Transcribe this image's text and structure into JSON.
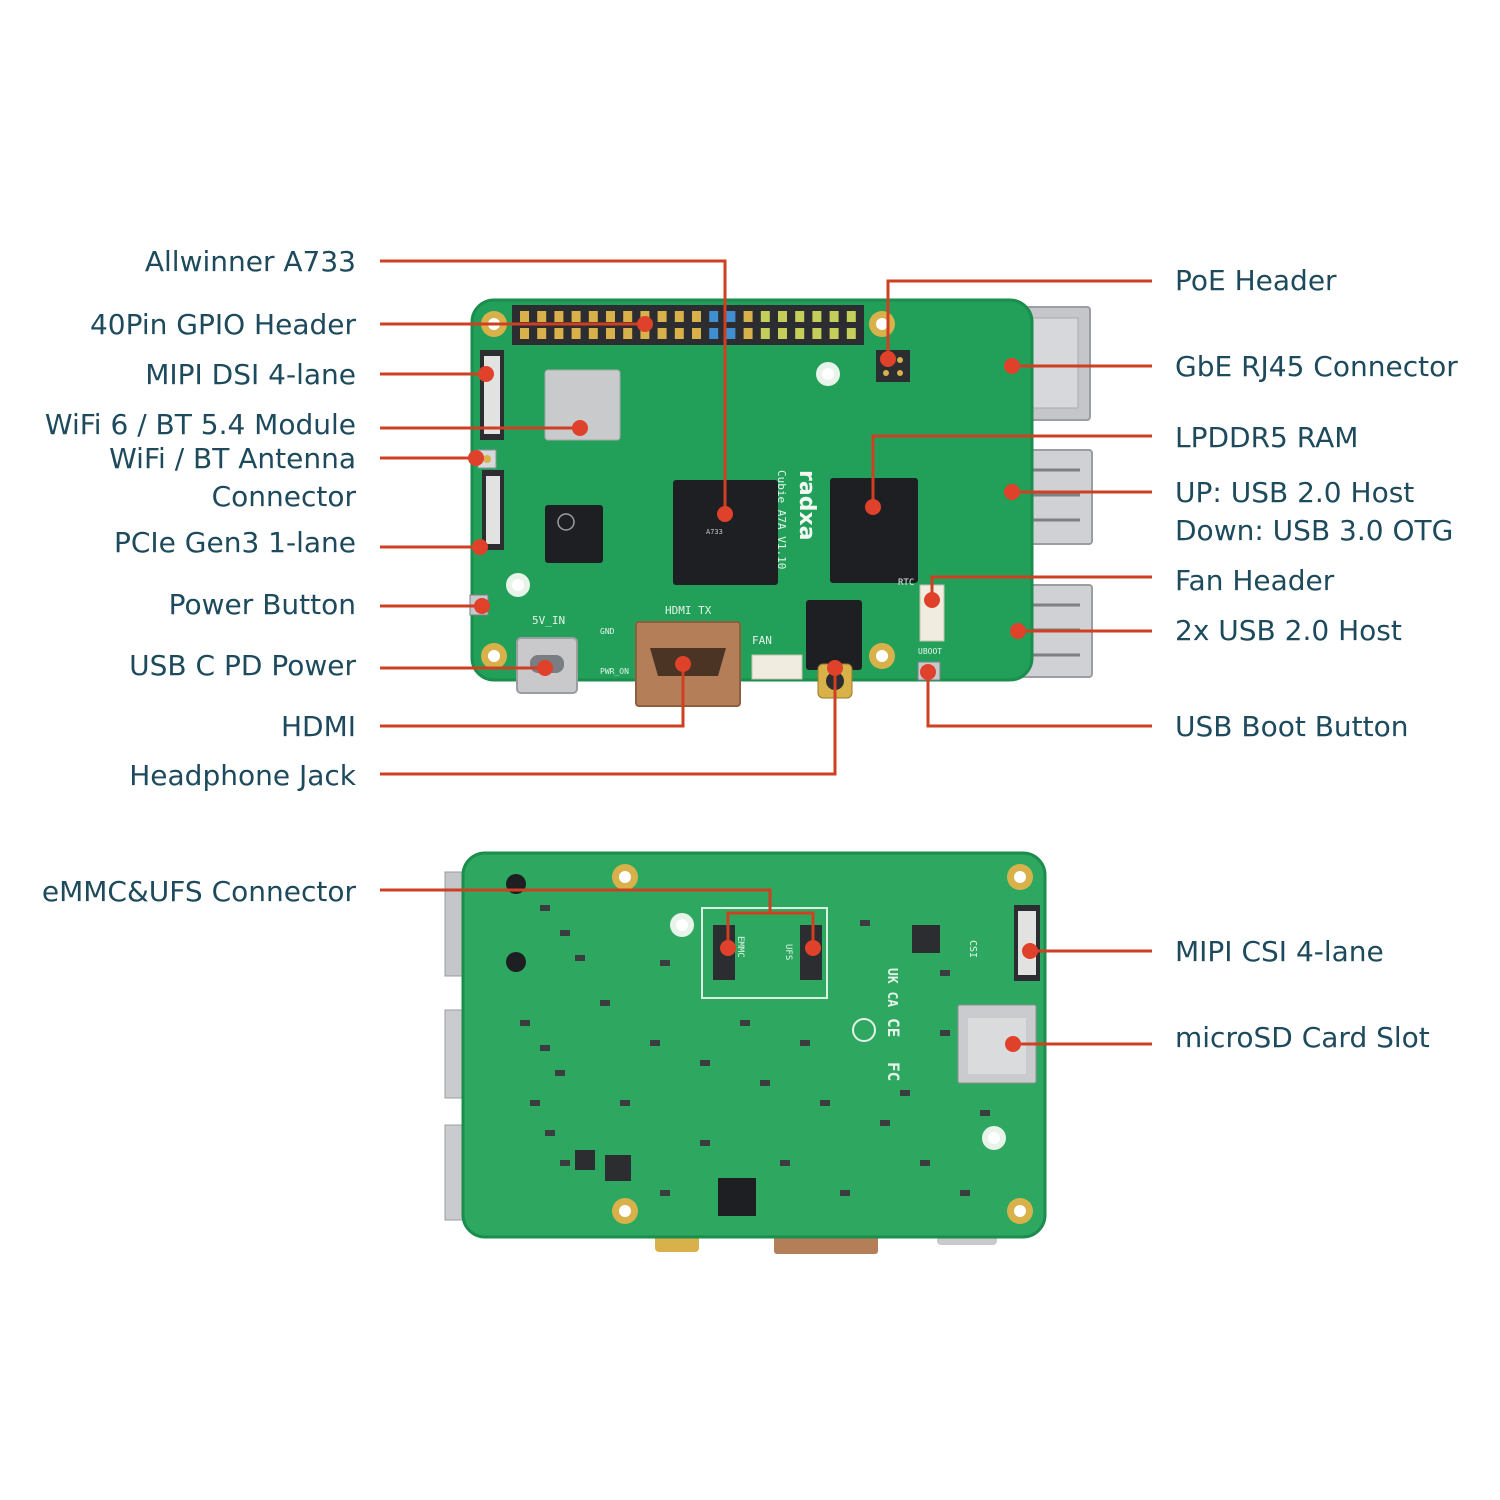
{
  "top_board": {
    "brand": "radxa",
    "model": "Cubie A7A V1.10",
    "chip_marking": "A733",
    "silkscreen": {
      "power_in": "5V_IN",
      "hdmi": "HDMI TX",
      "fan": "FAN",
      "rtc": "RTC",
      "boot": "UBOOT",
      "pwr": "PWR_ON",
      "gnd": "GND"
    }
  },
  "bottom_board": {
    "silkscreen": {
      "emmc": "EMMC",
      "ufs": "UFS",
      "csi": "CSI",
      "ukca": "UK CA",
      "ce": "CE",
      "fc": "FC"
    }
  },
  "labels": {
    "left_top": [
      {
        "id": "soc",
        "text": "Allwinner A733"
      },
      {
        "id": "gpio",
        "text": "40Pin GPIO Header"
      },
      {
        "id": "dsi",
        "text": "MIPI DSI 4-lane"
      },
      {
        "id": "wifi",
        "text": "WiFi 6 / BT 5.4 Module"
      },
      {
        "id": "antenna",
        "lines": [
          "WiFi / BT Antenna",
          "Connector"
        ]
      },
      {
        "id": "pcie",
        "text": "PCIe Gen3 1-lane"
      },
      {
        "id": "power_button",
        "text": "Power Button"
      },
      {
        "id": "usbc",
        "text": "USB C PD Power"
      },
      {
        "id": "hdmi",
        "text": "HDMI"
      },
      {
        "id": "headphone",
        "text": "Headphone Jack"
      }
    ],
    "right_top": [
      {
        "id": "poe",
        "text": "PoE Header"
      },
      {
        "id": "rj45",
        "text": "GbE RJ45 Connector"
      },
      {
        "id": "ram",
        "text": "LPDDR5 RAM"
      },
      {
        "id": "usb_stack",
        "lines": [
          "UP: USB 2.0 Host",
          "Down: USB 3.0 OTG"
        ]
      },
      {
        "id": "fan",
        "text": "Fan Header"
      },
      {
        "id": "usb2",
        "text": "2x USB 2.0 Host"
      },
      {
        "id": "boot",
        "text": "USB Boot Button"
      }
    ],
    "left_bottom": [
      {
        "id": "emmc_ufs",
        "text": "eMMC&UFS Connector"
      }
    ],
    "right_bottom": [
      {
        "id": "csi",
        "text": "MIPI CSI 4-lane"
      },
      {
        "id": "microsd",
        "text": "microSD Card Slot"
      }
    ]
  },
  "colors": {
    "label_text": "#1d4a5c",
    "leader_line": "#cf3f22",
    "dot": "#e0412a",
    "pcb": "#22a05a",
    "pcb_bottom": "#2ea860",
    "pcb_edge": "#1b8d4c",
    "chip": "#1e1f22",
    "metal": "#c9c9cc",
    "gold": "#d8b14a",
    "hdmi_copper": "#b47f58"
  }
}
